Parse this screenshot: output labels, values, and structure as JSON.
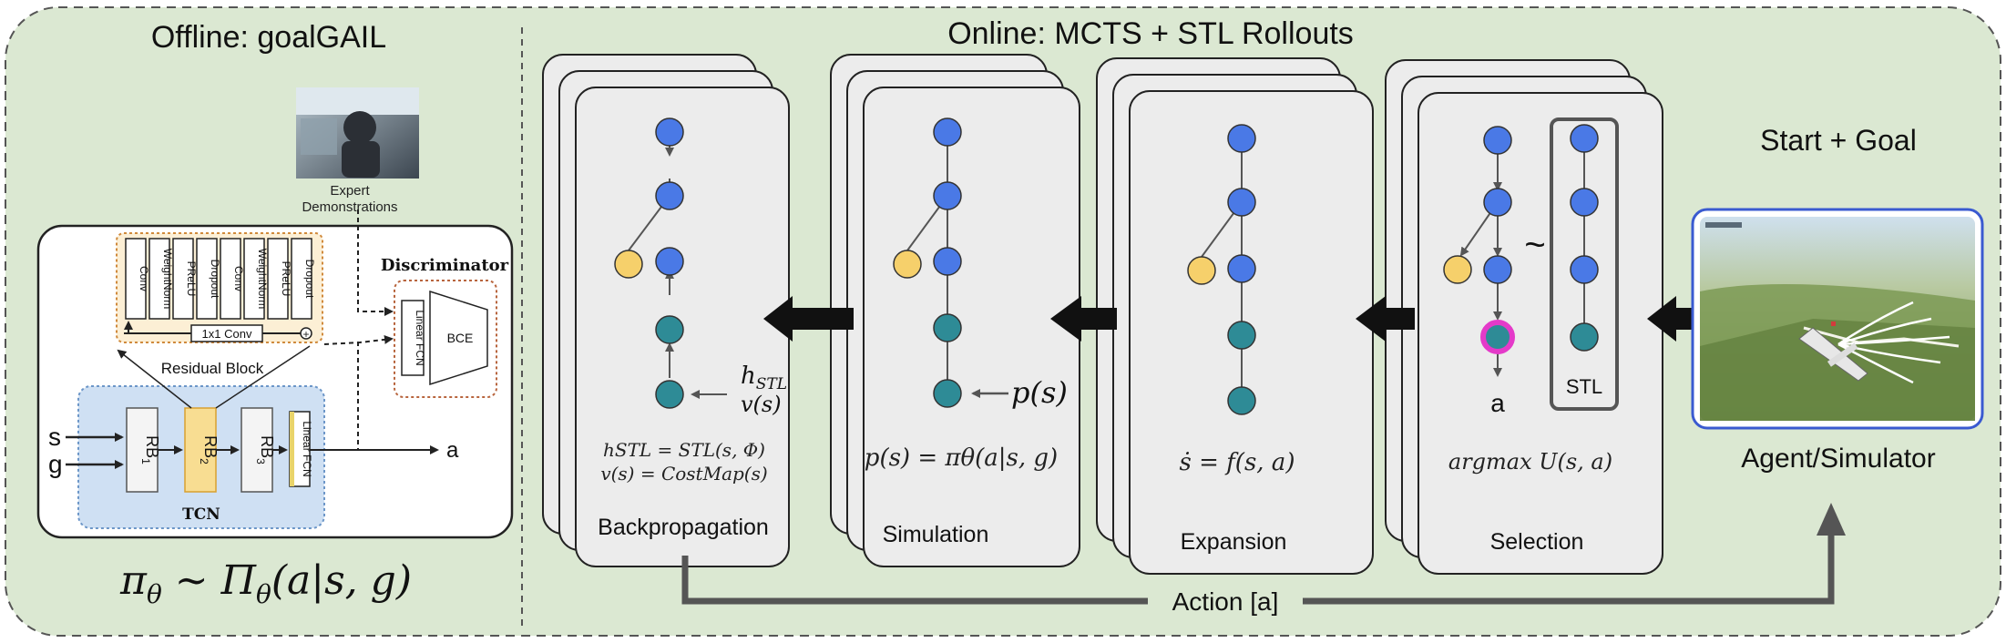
{
  "offline": {
    "title": "Offline: goalGAIL",
    "expert": {
      "line1": "Expert",
      "line2": "Demonstrations"
    },
    "discriminator": {
      "title": "Discriminator",
      "fcn": "Linear FCN",
      "bce": "BCE"
    },
    "residual": {
      "layers": [
        "Conv",
        "WeightNorm",
        "PReLU",
        "Dropout",
        "Conv",
        "WeightNorm",
        "PReLU",
        "Dropout"
      ],
      "conv1x1": "1x1 Conv",
      "title": "Residual Block"
    },
    "tcn": {
      "input_s": "s",
      "input_g": "g",
      "rb1": "RB",
      "rb1_sub": "1",
      "rb2": "RB",
      "rb2_sub": "2",
      "rb3": "RB",
      "rb3_sub": "3",
      "fcn": "Linear FCN",
      "output": "a",
      "title": "TCN"
    },
    "policy": "πθ ~ Πθ(a|s, g)"
  },
  "online": {
    "title": "Online:  MCTS + STL Rollouts",
    "panels": {
      "backprop": {
        "label": "Backpropagation",
        "hstl": "h",
        "hstl_sub": "STL",
        "vs": "v(s)",
        "eq1": "hSTL = STL(s, Φ)",
        "eq2": "v(s) = CostMap(s)"
      },
      "simulation": {
        "label": "Simulation",
        "ps": "p(s)",
        "eq": "p(s) = πθ(a|s, g)"
      },
      "expansion": {
        "label": "Expansion",
        "eq": "ṡ = f(s, a)"
      },
      "selection": {
        "label": "Selection",
        "eq": "argmax U(s, a)",
        "tilde": "~",
        "action": "a",
        "stl": "STL"
      }
    }
  },
  "start_goal": "Start + Goal",
  "agent": "Agent/Simulator",
  "action": "Action [a]",
  "colors": {
    "background": "#dbe8d2",
    "blue_node": "#4a79e6",
    "teal_node": "#2e8b96",
    "yellow_node": "#f6d06b",
    "magenta": "#e43ac9"
  }
}
